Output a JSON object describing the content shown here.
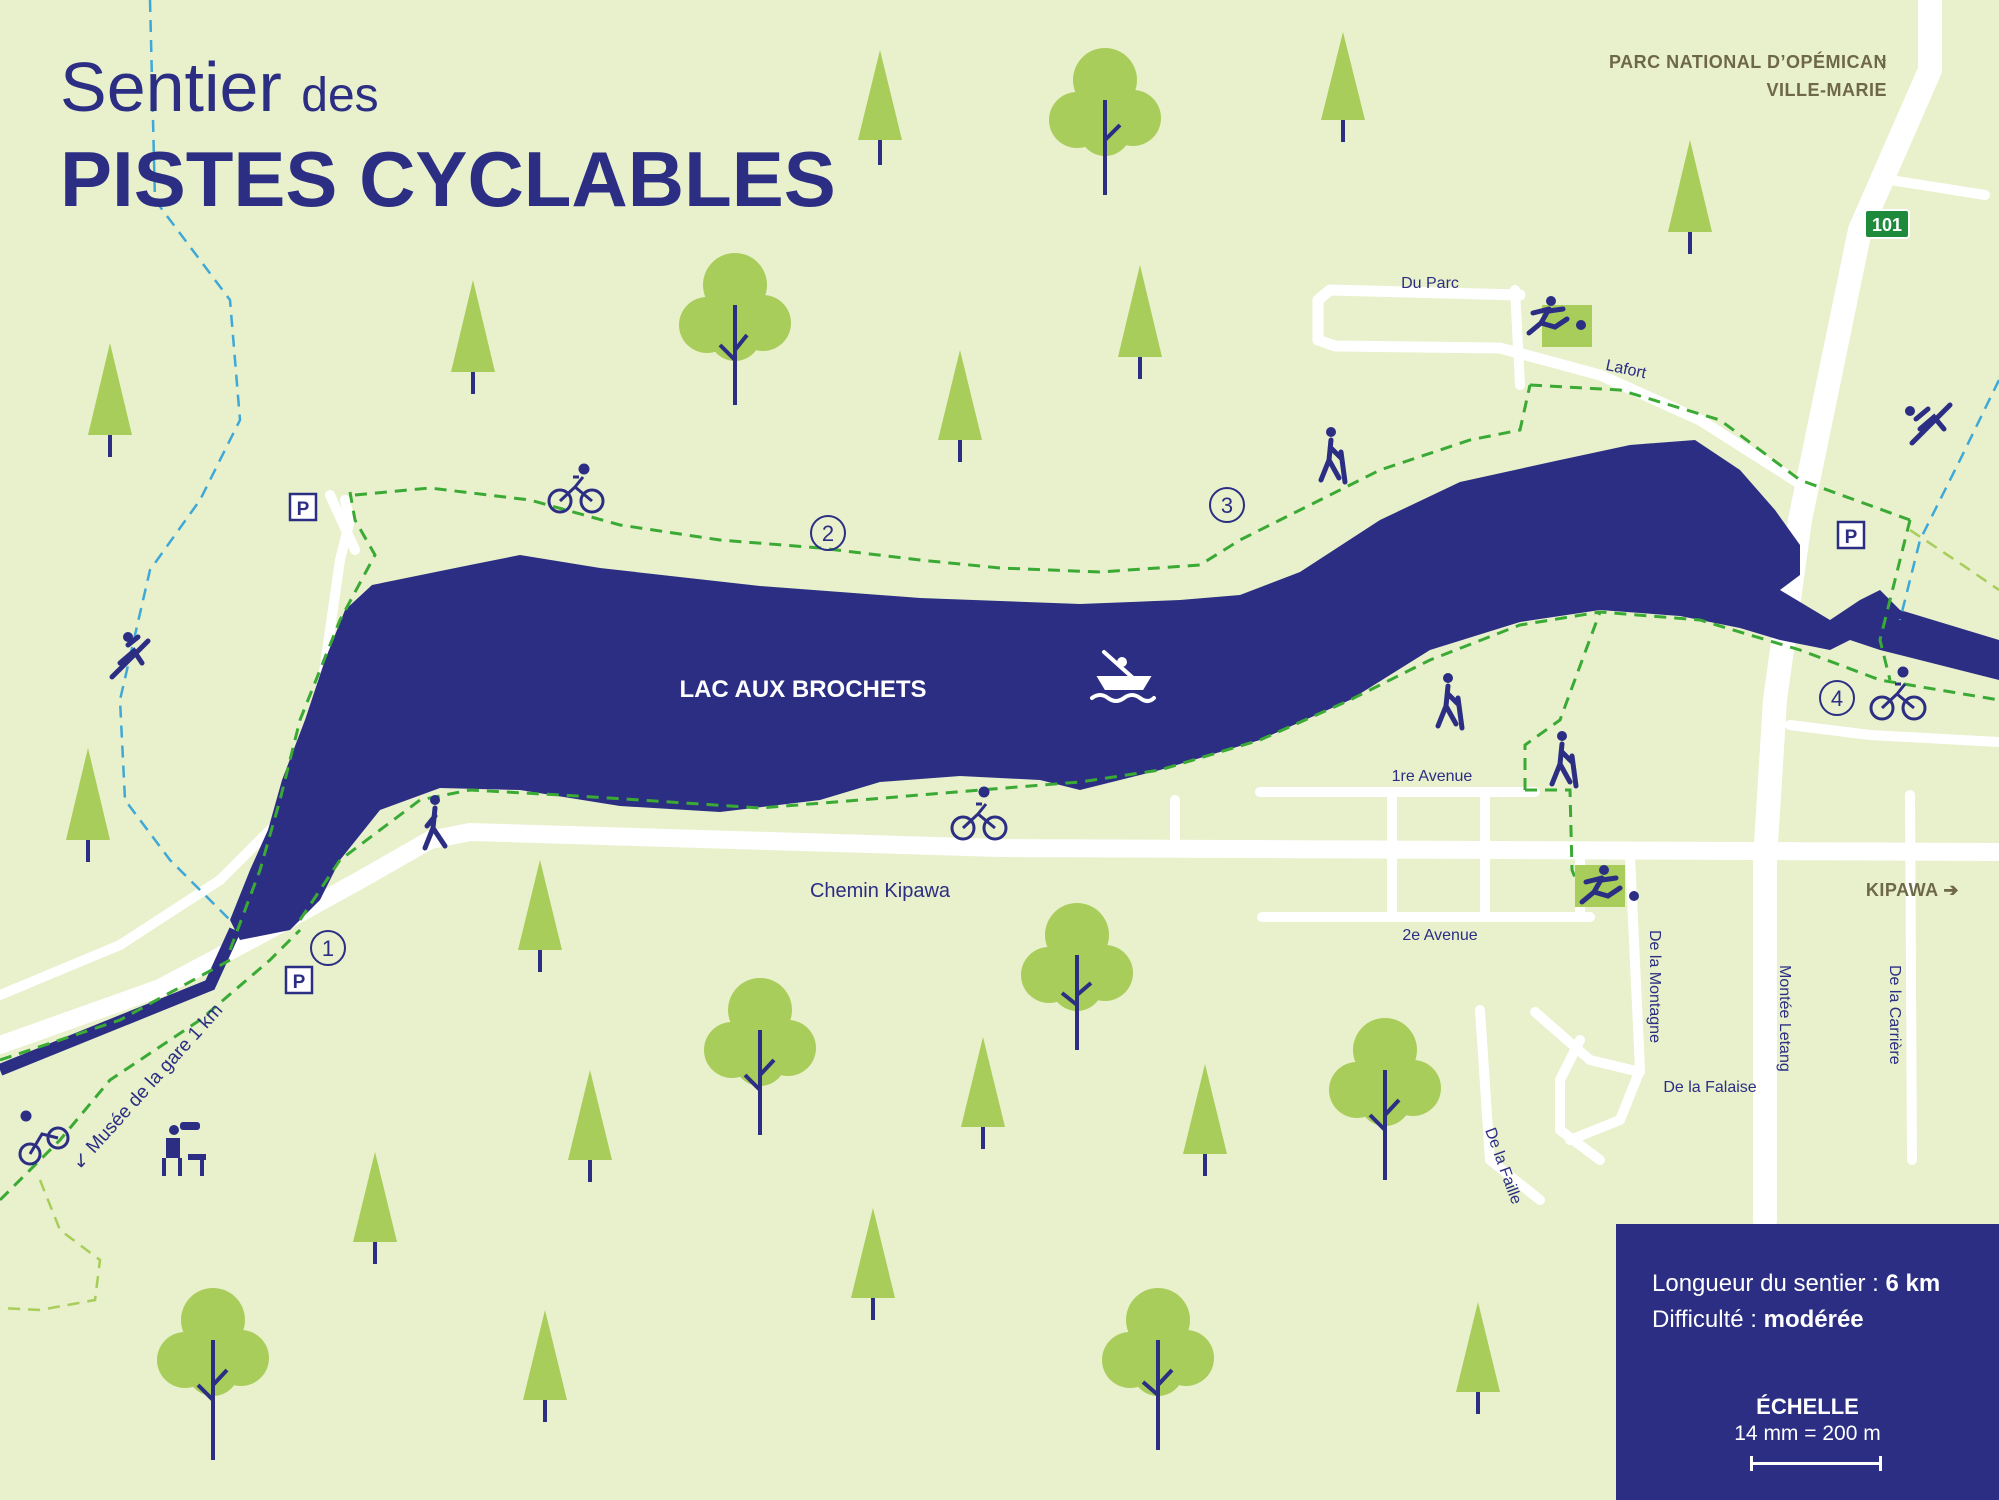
{
  "title": {
    "line1_main": "Sentier",
    "line1_small": "des",
    "line2": "PISTES CYCLABLES"
  },
  "destinations": {
    "north_line1": "PARC NATIONAL D’OPÉMICAN",
    "north_line2": "VILLE-MARIE",
    "north_arrow": "↑",
    "east": "KIPAWA ➔",
    "southwest": "↙ Musée de la gare 1 km"
  },
  "highway_shield": "101",
  "lake_label": "LAC AUX BROCHETS",
  "streets": {
    "du_parc": "Du Parc",
    "lafort": "Lafort",
    "premiere_avenue": "1re Avenue",
    "deuxieme_avenue": "2e Avenue",
    "chemin_kipawa": "Chemin Kipawa",
    "de_la_montagne": "De la Montagne",
    "montee_letang": "Montée Letang",
    "de_la_carriere": "De la Carrière",
    "de_la_falaise": "De la Falaise",
    "de_la_faille": "De la Faille"
  },
  "waypoints": [
    "1",
    "2",
    "3",
    "4"
  ],
  "parking_label": "P",
  "info": {
    "length_label": "Longueur du sentier : ",
    "length_value": "6 km",
    "difficulty_label": "Difficulté : ",
    "difficulty_value": "modérée",
    "scale_title": "ÉCHELLE",
    "scale_value": "14 mm = 200 m"
  },
  "colors": {
    "background": "#e8f0cc",
    "lake": "#2b2e83",
    "trail": "#3aaa35",
    "tree": "#a8cd5a",
    "road": "#ffffff",
    "dest_text": "#6f6848",
    "shield": "#1e8a3c"
  }
}
